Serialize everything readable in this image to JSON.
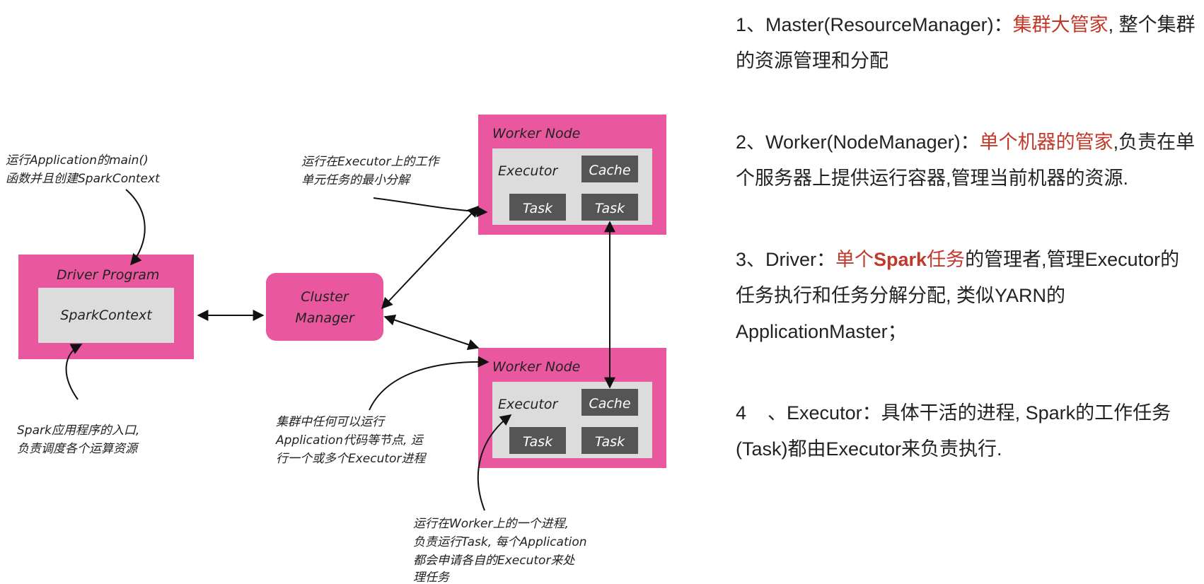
{
  "diagram": {
    "driver": {
      "title": "Driver  Program",
      "inner": "SparkContext"
    },
    "cluster_manager": {
      "line1": "Cluster",
      "line2": "Manager"
    },
    "worker_top": {
      "title": "Worker Node",
      "executor": "Executor",
      "cache": "Cache",
      "task1": "Task",
      "task2": "Task"
    },
    "worker_bottom": {
      "title": "Worker Node",
      "executor": "Executor",
      "cache": "Cache",
      "task1": "Task",
      "task2": "Task"
    },
    "notes": {
      "driver_top": [
        "运行Application的main()",
        "函数并且创建SparkContext"
      ],
      "driver_bottom": [
        "Spark应用程序的入口,",
        "负责调度各个运算资源"
      ],
      "task": [
        "运行在Executor上的工作",
        "单元任务的最小分解"
      ],
      "worker": [
        "集群中任何可以运行",
        "Application代码等节点, 运",
        "行一个或多个Executor进程"
      ],
      "executor": [
        "运行在Worker上的一个进程,",
        "负责运行Task, 每个Application",
        "都会申请各自的Executor来处",
        "理任务"
      ]
    }
  },
  "descriptions": [
    {
      "prefix": "1、Master(ResourceManager)：",
      "highlight": "集群大管家",
      "suffix": ", 整个集群的资源管理和分配"
    },
    {
      "prefix": "2、Worker(NodeManager)：",
      "highlight": "单个机器的管家",
      "suffix": ",负责在单个服务器上提供运行容器,管理当前机器的资源."
    },
    {
      "prefix": "3、Driver：",
      "highlight_a": "单个",
      "highlight_b": "Spark",
      "highlight_c": "任务",
      "suffix": "的管理者,管理Executor的任务执行和任务分解分配, 类似YARN的ApplicationMaster；"
    },
    {
      "prefix": "4    、Executor：",
      "suffix": "具体干活的进程, Spark的工作任务(Task)都由Executor来负责执行."
    }
  ]
}
